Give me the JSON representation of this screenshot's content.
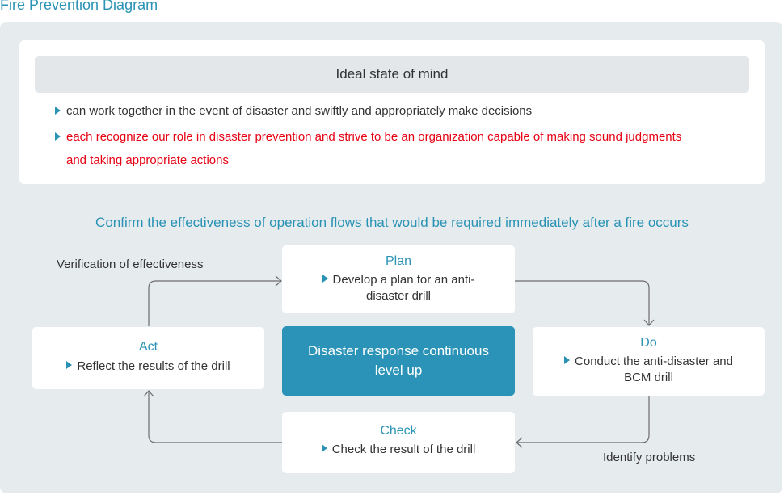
{
  "title": "Fire Prevention Diagram",
  "ideal": {
    "heading": "Ideal state of mind",
    "bullets": [
      "can work together in the event of disaster and swiftly and appropriately make decisions",
      "each recognize our role in disaster prevention and strive to be an organization capable of making sound judgments and taking appropriate actions"
    ]
  },
  "confirm_text": "Confirm the effectiveness of operation flows that would be required immediately after a fire occurs",
  "cycle": {
    "plan": {
      "title": "Plan",
      "text": "Develop a plan for an anti-disaster drill"
    },
    "do": {
      "title": "Do",
      "text": "Conduct the anti-disaster and BCM drill"
    },
    "check": {
      "title": "Check",
      "text": "Check the result of the drill"
    },
    "act": {
      "title": "Act",
      "text": "Reflect the results of the drill"
    },
    "center": "Disaster response continuous level up"
  },
  "labels": {
    "verification": "Verification of effectiveness",
    "identify": "Identify problems"
  },
  "colors": {
    "accent": "#2a93b5",
    "highlight": "#e60012",
    "panel": "#e6ebee"
  }
}
